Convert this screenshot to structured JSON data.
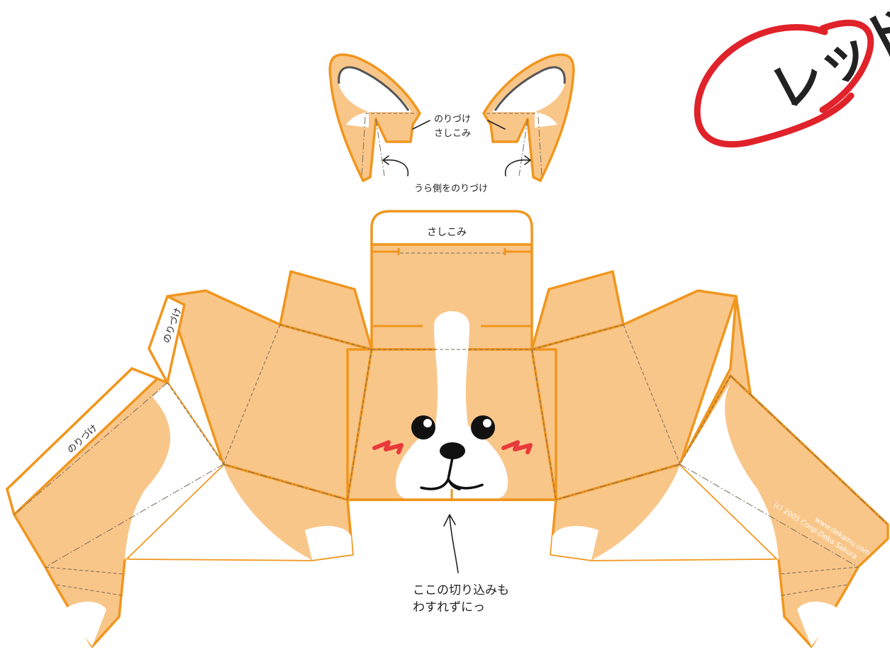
{
  "colors": {
    "fur": "#f9c689",
    "outline": "#f0961e",
    "white": "#ffffff",
    "stamp_red": "#e0222a",
    "cheek_red": "#e83a3a",
    "credit_text": "#ffffff"
  },
  "stamp": {
    "text": "レッド"
  },
  "ears": {
    "glue_insert_label_line1": "のりづけ",
    "glue_insert_label_line2": "さしこみ",
    "glue_back_label": "うら側をのりづけ"
  },
  "head": {
    "top_tab_label": "さしこみ",
    "left_tab_label": "のりづけ",
    "left_side_tab_label": "のりづけ"
  },
  "note": {
    "line1": "ここの切り込みも",
    "line2": "わすれずにっ"
  },
  "credit": {
    "line1": "www.dekainu.com",
    "line2": "(c) 2005 Corgi-Deka Sakura"
  }
}
